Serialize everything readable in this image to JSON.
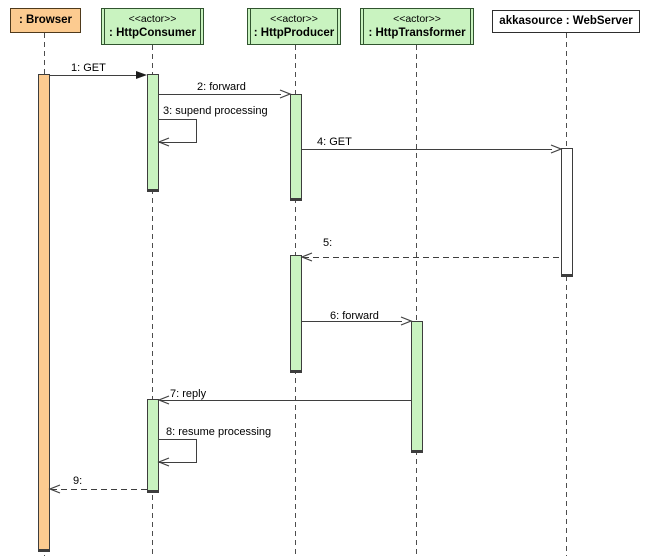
{
  "diagram": {
    "kind": "uml-sequence-diagram",
    "participants": [
      {
        "id": "browser",
        "name": ": Browser"
      },
      {
        "id": "consumer",
        "stereotype": "<<actor>>",
        "name": ": HttpConsumer"
      },
      {
        "id": "producer",
        "stereotype": "<<actor>>",
        "name": ": HttpProducer"
      },
      {
        "id": "transformer",
        "stereotype": "<<actor>>",
        "name": ": HttpTransformer"
      },
      {
        "id": "webserver",
        "name": "akkasource : WebServer"
      }
    ],
    "messages": [
      {
        "label": "1: GET",
        "from": "browser",
        "to": "consumer",
        "type": "call-filled-arrow"
      },
      {
        "label": "2: forward",
        "from": "consumer",
        "to": "producer",
        "type": "call-open-arrow"
      },
      {
        "label": "3: supend processing",
        "from": "consumer",
        "to": "consumer",
        "type": "self-call"
      },
      {
        "label": "4: GET",
        "from": "producer",
        "to": "webserver",
        "type": "call-open-arrow"
      },
      {
        "label": "5:",
        "from": "webserver",
        "to": "producer",
        "type": "return-dashed"
      },
      {
        "label": "6: forward",
        "from": "producer",
        "to": "transformer",
        "type": "call-open-arrow"
      },
      {
        "label": "7: reply",
        "from": "transformer",
        "to": "consumer",
        "type": "call-open-arrow"
      },
      {
        "label": "8: resume processing",
        "from": "consumer",
        "to": "consumer",
        "type": "self-call"
      },
      {
        "label": "9:",
        "from": "consumer",
        "to": "browser",
        "type": "return-dashed"
      }
    ],
    "colors": {
      "actor-fill": "#c9f3c0",
      "actor-border": "#31542f",
      "browser-fill": "#fccb90",
      "browser-border": "#4f3a1c",
      "webserver-border": "#2e2e2e",
      "bar-border": "#3d3d3d",
      "line": "#3f3f3f",
      "arrow-fill": "#1c1c1c",
      "lifeline": "#4d4d4d",
      "text": "#000000"
    }
  }
}
